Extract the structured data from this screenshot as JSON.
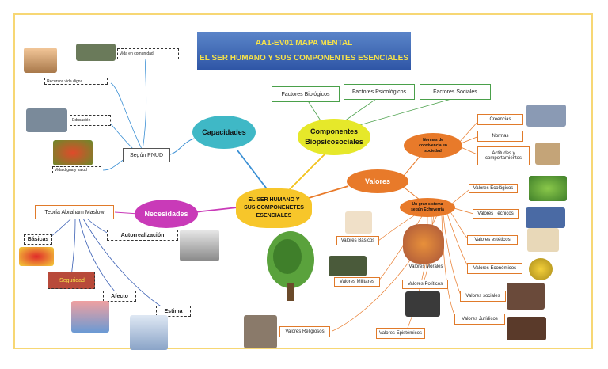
{
  "title": {
    "line1": "AA1-EV01 MAPA MENTAL",
    "line2": "EL SER HUMANO Y SUS COMPONENTES ESENCIALES"
  },
  "center": {
    "line1": "EL SER HUMANO Y",
    "line2": "SUS COMPONENETES",
    "line3": "ESENCIALES"
  },
  "capacidades": {
    "label": "Capacidades",
    "pnud": "Según PNUD",
    "items": [
      "Vida en comunidad",
      "Recursos vida digna",
      "Educación",
      "Vida digna y salud"
    ]
  },
  "necesidades": {
    "label": "Necesidades",
    "maslow": "Teoría Abraham Maslow",
    "items": [
      "Básicas",
      "Seguridad",
      "Afecto",
      "Estima",
      "Autorrealización"
    ]
  },
  "componentes": {
    "label_line1": "Componentes",
    "label_line2": "Biopsicosociales",
    "factores": [
      "Factores Biológicos",
      "Factores Psicológicos",
      "Factores Sociales"
    ]
  },
  "valores": {
    "label": "Valores",
    "normas": {
      "label_line1": "Normas de",
      "label_line2": "convivencia en",
      "label_line3": "sociedad",
      "items": [
        "Creencias",
        "Normas",
        "Actitudes y",
        "comportamientos"
      ]
    },
    "sistema": {
      "label_line1": "Un gran sistema",
      "label_line2": "según Echeverría",
      "items": [
        "Valores Ecológicos",
        "Valores Técnicos",
        "Valores estéticos",
        "Valores Económicos",
        "Valores sociales",
        "Valores Jurídicos",
        "Valores Básicos",
        "Valores Morales",
        "Valores Militares",
        "Valores Políticos",
        "Valores Epistémicos",
        "Valores Religiosos"
      ]
    }
  },
  "colors": {
    "capacidades": "#3fb8c6",
    "necesidades": "#c93ab8",
    "componentes": "#e6e82a",
    "valores": "#e87a2a",
    "center": "#f7c62a",
    "title_bg": "#3a66b4",
    "title_text": "#f6e24a"
  }
}
